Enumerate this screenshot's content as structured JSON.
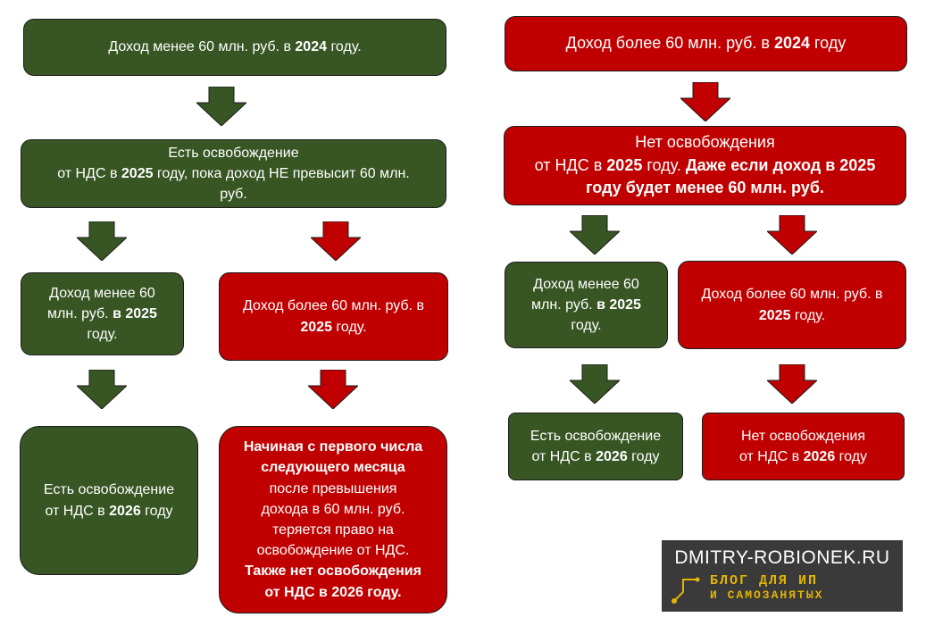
{
  "colors": {
    "green": "#375623",
    "red": "#c00000",
    "logo_bg": "#3a3a3a",
    "logo_accent": "#e3b400"
  },
  "left": {
    "top": {
      "text": "Доход менее 60 млн. руб. в ",
      "bold": "2024",
      "tail": " году."
    },
    "exempt": {
      "line1": "Есть освобождение",
      "line2a": "от НДС в ",
      "bold": "2025",
      "line2b": " году, пока доход НЕ превысит 60 млн.",
      "line3": "руб."
    },
    "under": {
      "line1": "Доход менее 60",
      "line2a": "млн. руб. ",
      "bold": "в 2025",
      "line3": "году."
    },
    "over": {
      "line1": "Доход более 60 млн. руб. в",
      "bold": "2025",
      "tail": " году."
    },
    "result_exempt": {
      "line1": "Есть освобождение",
      "line2a": "от НДС в ",
      "bold": "2026",
      "tail": " году"
    },
    "result_lost": {
      "bold1": "Начиная с первого числа",
      "bold2": "следующего месяца",
      "line3": "после превышения",
      "line4": "дохода в 60 млн. руб.",
      "line5": "теряется право на",
      "line6": "освобождение от НДС.",
      "bold3": "Также нет освобождения",
      "bold4": "от НДС в 2026 году."
    }
  },
  "right": {
    "top": {
      "text": "Доход более 60 млн. руб. в ",
      "bold": "2024",
      "tail": " году"
    },
    "no_exempt": {
      "line1": "Нет освобождения",
      "line2a": "от НДС в ",
      "bold": "2025",
      "line2b": " году. ",
      "bold2": "Даже если доход в 2025",
      "bold3": "году будет менее 60 млн. руб."
    },
    "under": {
      "line1": "Доход менее 60",
      "line2a": "млн. руб. ",
      "bold": "в 2025",
      "line3": "году."
    },
    "over": {
      "line1": "Доход более 60 млн. руб. в",
      "bold": "2025",
      "tail": " году."
    },
    "result_exempt": {
      "line1": "Есть освобождение",
      "line2a": "от НДС в ",
      "bold": "2026",
      "tail": " году"
    },
    "result_no": {
      "line1": "Нет освобождения",
      "line2a": "от НДС в ",
      "bold": "2026",
      "tail": " году"
    }
  },
  "logo": {
    "title": "DMITRY-ROBIONEK.RU",
    "sub1": "БЛОГ ДЛЯ ИП",
    "sub2": "И САМОЗАНЯТЫХ"
  }
}
